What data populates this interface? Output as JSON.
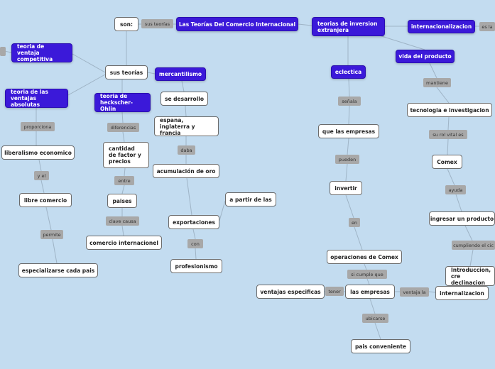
{
  "nodes": {
    "root": "Las Teorías Del Comercio Internacional",
    "son": "son:",
    "sus_teorias_top": "sus teorías",
    "sus_teorias": "sus teorías",
    "ventaja_competitiva": "teoria de ventaja competitiva",
    "ventajas_absolutas": "teoria de las ventajas absolutas",
    "heckscher": "teoria de heckscher-Ohlin",
    "mercantilismo": "mercantilismo",
    "se_desarrollo": "se desarrollo",
    "espana": "espana, inglaterra y francia",
    "acumulacion": "acumulación de oro",
    "exportaciones": "exportaciones",
    "proteccionismo": "profesionismo",
    "a_partir": "a partir de las",
    "cantidad": "cantidad de factor y precios",
    "paises": "paises",
    "comercio_internacional": "comercio internacionel",
    "liberalismo": "liberalismo economico",
    "libre_comercio": "libre comercio",
    "especializarse": "especializarse cada pais",
    "inversion": "teorias de inversion extranjera",
    "internacionalizacion": "internacionalizacion",
    "es_la": "es la",
    "eclectica": "eclectica",
    "vida_producto": "vida del producto",
    "que_empresas": "que las empresas",
    "invertir": "invertir",
    "operaciones": "operaciones de Comex",
    "las_empresas": "las empresas",
    "ventajas_especificas": "ventajas especificas",
    "pais_conveniente": "pais conveniente",
    "tecnologia": "tecnologia e investigacion",
    "comex": "Comex",
    "ingresar": "ingresar un producto",
    "introduccion": "Introduccion, cre declinacion",
    "internalizacion": "internalizacion"
  },
  "connectors": {
    "proporciona": "proporciona",
    "y_el": "y el",
    "permite": "permite",
    "diferencias": "diferencias",
    "entre": "entre",
    "clave_causa": "clave causa",
    "daba": "daba",
    "con": "con",
    "senala": "señala",
    "pueden": "pueden",
    "en": "en",
    "si_cumple": "si cumple que",
    "tener": "tener",
    "ubicarse": "ubicarse",
    "ventaja_la": "ventaja la",
    "mantiene": "mantiene",
    "su_rol": "su rol vital es",
    "ayuda": "ayuda",
    "cumpliendo": "cumpliendo el cic"
  },
  "colors": {
    "background": "#c3dcf0",
    "topic_fill": "#3b19d9",
    "node_fill": "#ffffff",
    "connector_fill": "#a8a8a8",
    "edge": "#9fb4c6"
  }
}
